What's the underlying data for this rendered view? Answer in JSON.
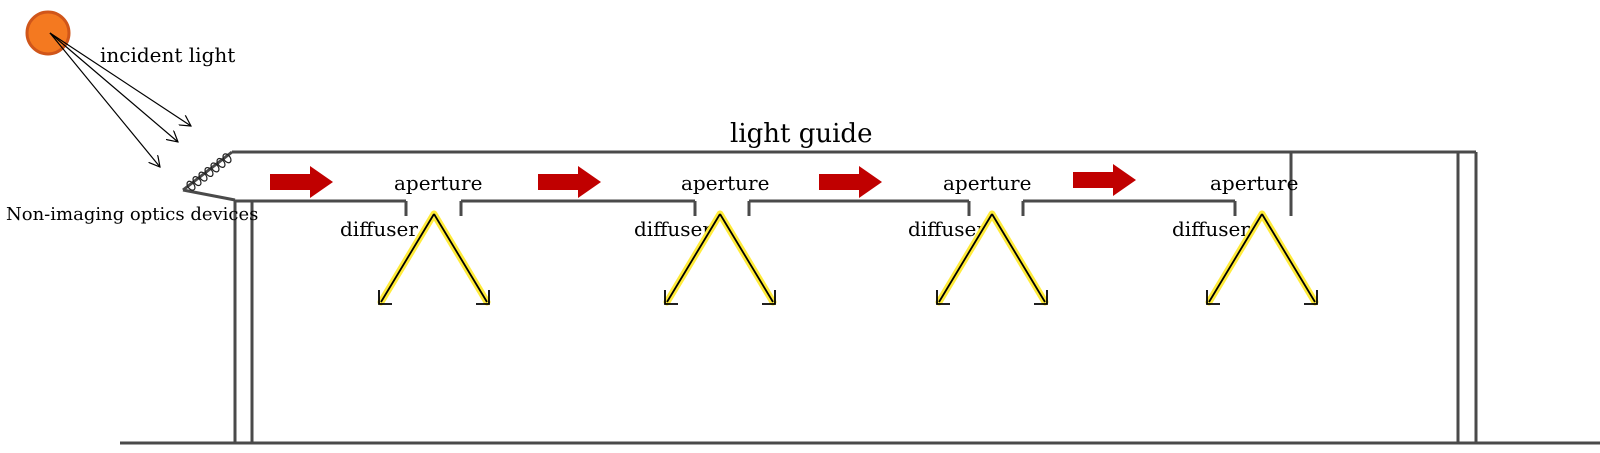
{
  "labels": {
    "incident_light": "incident light",
    "light_guide": "light guide",
    "non_imaging": "Non-imaging optics devices",
    "aperture": "aperture",
    "diffuser": "diffuser"
  },
  "colors": {
    "sun_fill": "#f47920",
    "sun_stroke": "#d0561a",
    "flow_arrow": "#c00000",
    "diffuser_glow": "#ffeb3b",
    "structure": "#4a4a4a"
  },
  "units": [
    {
      "aperture": "aperture",
      "diffuser": "diffuser"
    },
    {
      "aperture": "aperture",
      "diffuser": "diffuser"
    },
    {
      "aperture": "aperture",
      "diffuser": "diffuser"
    },
    {
      "aperture": "aperture",
      "diffuser": "diffuser"
    }
  ]
}
